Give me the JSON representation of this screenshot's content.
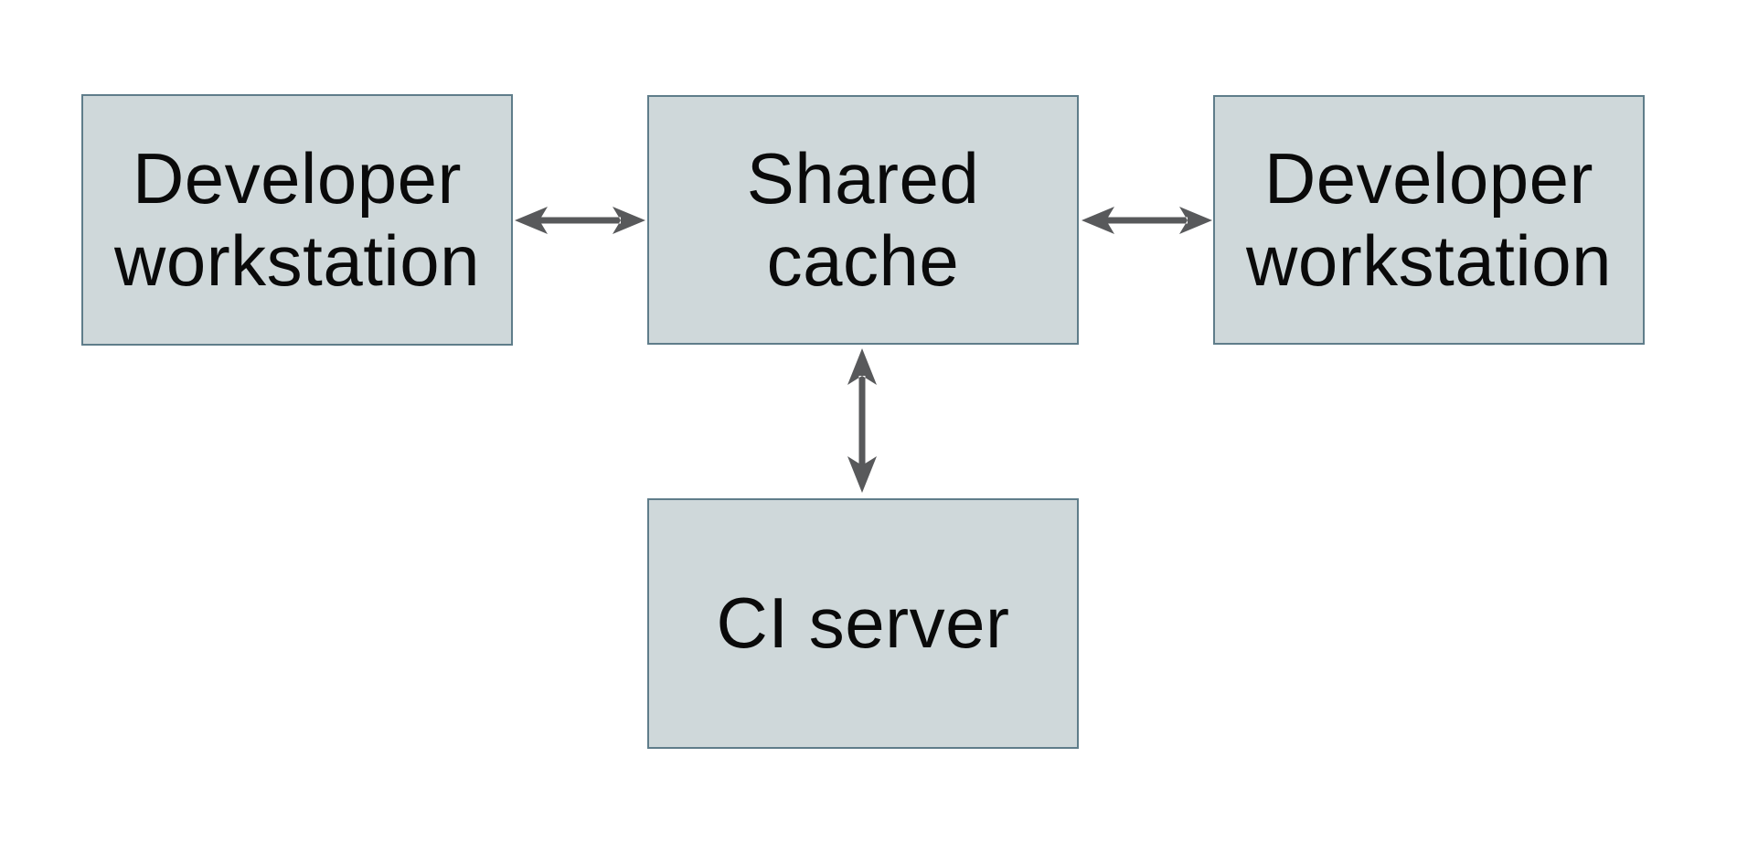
{
  "diagram": {
    "colors": {
      "background": "#ffffff",
      "node_fill": "#cfd8da",
      "node_border": "#5f7d8a",
      "arrow": "#58595b",
      "text": "#0a0a0a"
    },
    "nodes": [
      {
        "id": "developer-workstation-left",
        "label": "Developer workstation"
      },
      {
        "id": "shared-cache",
        "label": "Shared cache"
      },
      {
        "id": "developer-workstation-right",
        "label": "Developer workstation"
      },
      {
        "id": "ci-server",
        "label": "CI server"
      }
    ],
    "edges": [
      {
        "from": "developer-workstation-left",
        "to": "shared-cache",
        "type": "bidirectional"
      },
      {
        "from": "shared-cache",
        "to": "developer-workstation-right",
        "type": "bidirectional"
      },
      {
        "from": "shared-cache",
        "to": "ci-server",
        "type": "bidirectional"
      }
    ]
  }
}
